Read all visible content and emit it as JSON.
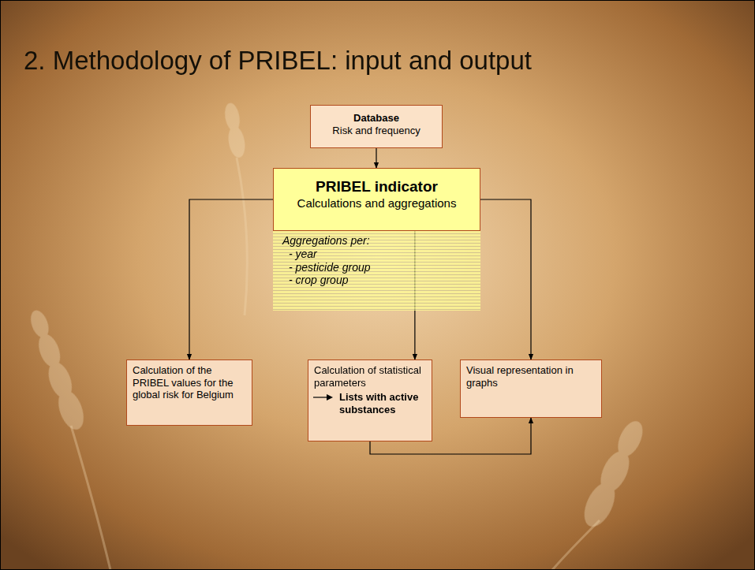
{
  "diagram": {
    "title": "2. Methodology of PRIBEL: input and output",
    "nodes": [
      {
        "text": [
          "Database",
          "Risk and frequency"
        ]
      },
      {
        "text": [
          "PRIBEL indicator",
          "Calculations and aggregations"
        ]
      },
      {
        "text": [
          "Aggregations per:",
          "- year",
          "- pesticide group",
          "- crop group"
        ]
      },
      {
        "text": [
          "Calculation of the PRIBEL values for the global risk for Belgium"
        ]
      },
      {
        "text": [
          "Calculation of statistical parameters",
          "Lists with active substances"
        ]
      },
      {
        "text": [
          "Visual representation in graphs"
        ]
      }
    ],
    "edges": [
      {
        "from": 0,
        "to": 1,
        "arrow": "to"
      },
      {
        "from": 1,
        "to": 3,
        "arrow": "to"
      },
      {
        "from": 1,
        "to": 4,
        "arrow": "to"
      },
      {
        "from": 1,
        "to": 5,
        "arrow": "to"
      },
      {
        "from": 4,
        "to": 5,
        "arrow": "to"
      }
    ]
  }
}
